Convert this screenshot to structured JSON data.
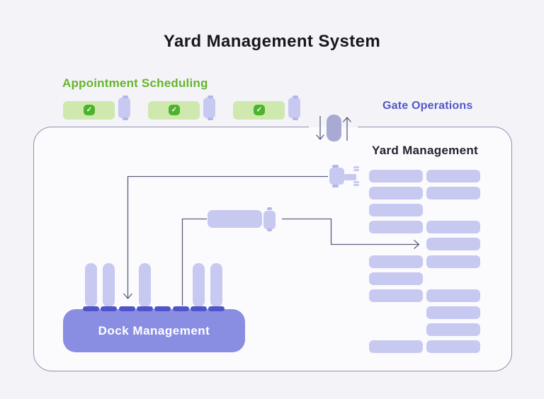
{
  "title": "Yard Management System",
  "labels": {
    "appointment_scheduling": "Appointment Scheduling",
    "gate_operations": "Gate Operations",
    "yard_management": "Yard Management",
    "dock_management": "Dock Management"
  },
  "colors": {
    "background": "#f4f4f8",
    "container_fill": "#fbfbfe",
    "container_border": "#8f8fad",
    "accent_green": "#67b42a",
    "trailer_green": "#cfe8ae",
    "check_green": "#4cb32c",
    "accent_purple": "#5457c9",
    "slot_purple": "#c7c9f0",
    "wheel_purple": "#b3b6e6",
    "dock_box_purple": "#8a8ee3",
    "dock_door_purple": "#4f54c9",
    "gate_pill_purple": "#a8aad3",
    "flow_line": "#5d5d7c",
    "title_color": "#17171f"
  },
  "icons": {
    "check_glyph": "✓",
    "gate_in_arrow": "down-arrow",
    "gate_out_arrow": "up-arrow"
  },
  "appointment_trucks": [
    {
      "name": "scheduled-truck-1",
      "status": "confirmed"
    },
    {
      "name": "scheduled-truck-2",
      "status": "confirmed"
    },
    {
      "name": "scheduled-truck-3",
      "status": "confirmed"
    }
  ],
  "yard_grid": {
    "rows": 11,
    "columns": 2,
    "left_column_occupied_rows": [
      1,
      2,
      3,
      4,
      6,
      7,
      8,
      11
    ],
    "right_column_occupied_rows": [
      1,
      2,
      4,
      5,
      6,
      8,
      9,
      10,
      11
    ],
    "assignment_arrow_target": {
      "column": "right",
      "row": 5
    }
  },
  "dock": {
    "door_count": 8,
    "occupied_doors": [
      1,
      2,
      4,
      7,
      8
    ],
    "arrow_target_door": 3,
    "line_target_door": 6
  }
}
